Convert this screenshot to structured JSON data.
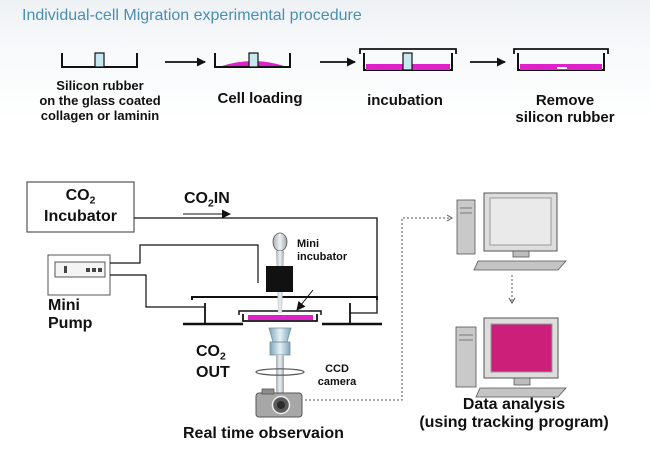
{
  "title": "Individual-cell Migration experimental procedure",
  "steps": [
    {
      "line1": "Silicon rubber",
      "line2": "on the glass coated",
      "line3": "collagen or laminin"
    },
    {
      "label": "Cell loading"
    },
    {
      "label": "incubation"
    },
    {
      "line1": "Remove",
      "line2": "silicon rubber"
    }
  ],
  "setup": {
    "incubator_co": "CO",
    "incubator_sub": "2",
    "incubator_word": "Incubator",
    "co2_in_co": "CO",
    "co2_in_sub": "2",
    "co2_in_suffix": "IN",
    "mini_incubator_1": "Mini",
    "mini_incubator_2": "incubator",
    "mini_pump_1": "Mini",
    "mini_pump_2": "Pump",
    "co2_out_co": "CO",
    "co2_out_sub": "2",
    "co2_out_word": "OUT",
    "ccd_1": "CCD",
    "ccd_2": "camera",
    "observation": "Real time observaion",
    "analysis_1": "Data analysis",
    "analysis_2": "(using tracking program)"
  },
  "colors": {
    "media": "#e020c8",
    "screen": "#cc1f7a",
    "title": "#4a8fb0",
    "insert": "#c8e8f0"
  }
}
